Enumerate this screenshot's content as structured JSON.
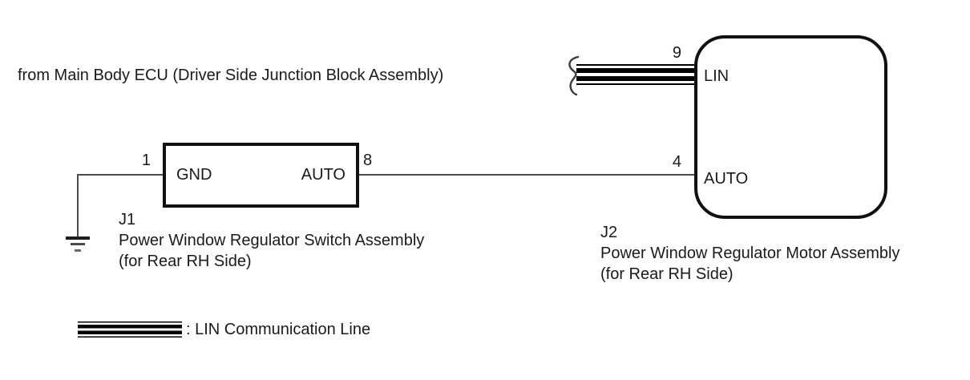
{
  "diagram": {
    "header_note": "from Main Body ECU (Driver Side Junction Block Assembly)",
    "components": {
      "switch": {
        "id": "J1",
        "name": "Power Window Regulator Switch Assembly",
        "variant": "(for Rear RH Side)",
        "pins": {
          "gnd": {
            "number": "1",
            "label": "GND"
          },
          "auto": {
            "number": "8",
            "label": "AUTO"
          }
        }
      },
      "motor": {
        "id": "J2",
        "name": "Power Window Regulator Motor Assembly",
        "variant": "(for Rear RH Side)",
        "pins": {
          "lin": {
            "number": "9",
            "label": "LIN"
          },
          "auto": {
            "number": "4",
            "label": "AUTO"
          }
        }
      }
    },
    "legend": {
      "lin_label": ": LIN Communication Line"
    },
    "colors": {
      "line": "#000000",
      "text": "#1a1a1a",
      "background": "#ffffff"
    }
  }
}
